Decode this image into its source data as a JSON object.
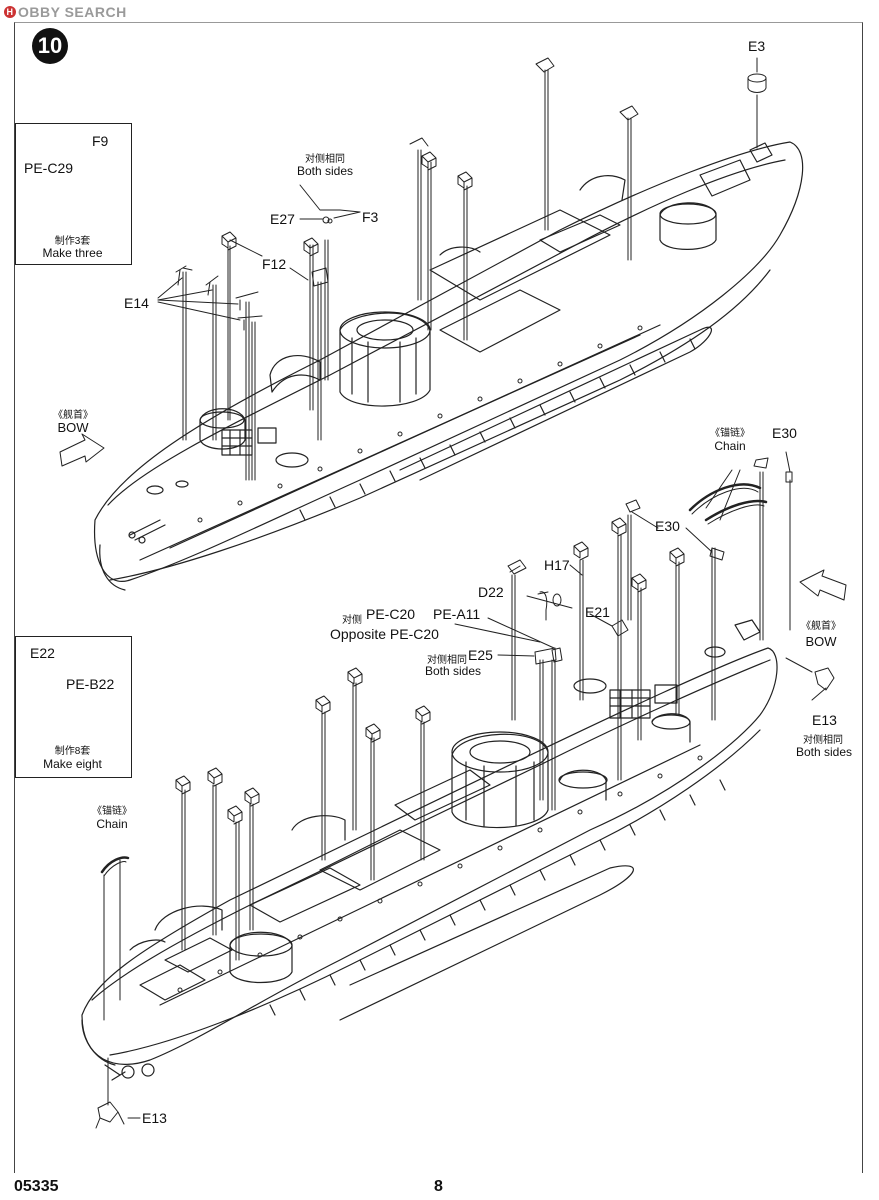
{
  "watermark": {
    "logo": "H",
    "text": "OBBY SEARCH"
  },
  "step": {
    "number": "10"
  },
  "inset_top": {
    "labels": {
      "part_a": "F9",
      "part_b": "PE-C29"
    },
    "cn": "制作3套",
    "en": "Make three"
  },
  "inset_bottom": {
    "labels": {
      "part_a": "E22",
      "part_b": "PE-B22"
    },
    "cn": "制作8套",
    "en": "Make eight"
  },
  "upper_ship": {
    "both_sides_cn": "对侧相同",
    "both_sides_en": "Both sides",
    "bow_cn": "《舰首》",
    "bow_en": "BOW",
    "parts": {
      "e3": "E3",
      "e27": "E27",
      "f3": "F3",
      "f12": "F12",
      "e14": "E14"
    }
  },
  "lower_ship": {
    "chain_cn_right": "《锚链》",
    "chain_en_right": "Chain",
    "chain_cn_left": "《锚链》",
    "chain_en_left": "Chain",
    "bow_cn": "《舰首》",
    "bow_en": "BOW",
    "opposite_cn": "对侧",
    "opposite_part": "PE-C20",
    "opposite_en": "Opposite PE-C20",
    "both_sides_cn": "对侧相同",
    "both_sides_en": "Both sides",
    "e13_both_cn": "对侧相同",
    "e13_both_en": "Both sides",
    "parts": {
      "e30_top": "E30",
      "e30_mid": "E30",
      "h17": "H17",
      "d22": "D22",
      "e21": "E21",
      "pe_a11": "PE-A11",
      "e25": "E25",
      "e13_right": "E13",
      "e13_bottom": "E13"
    }
  },
  "footer": {
    "code": "05335",
    "page": "8"
  }
}
